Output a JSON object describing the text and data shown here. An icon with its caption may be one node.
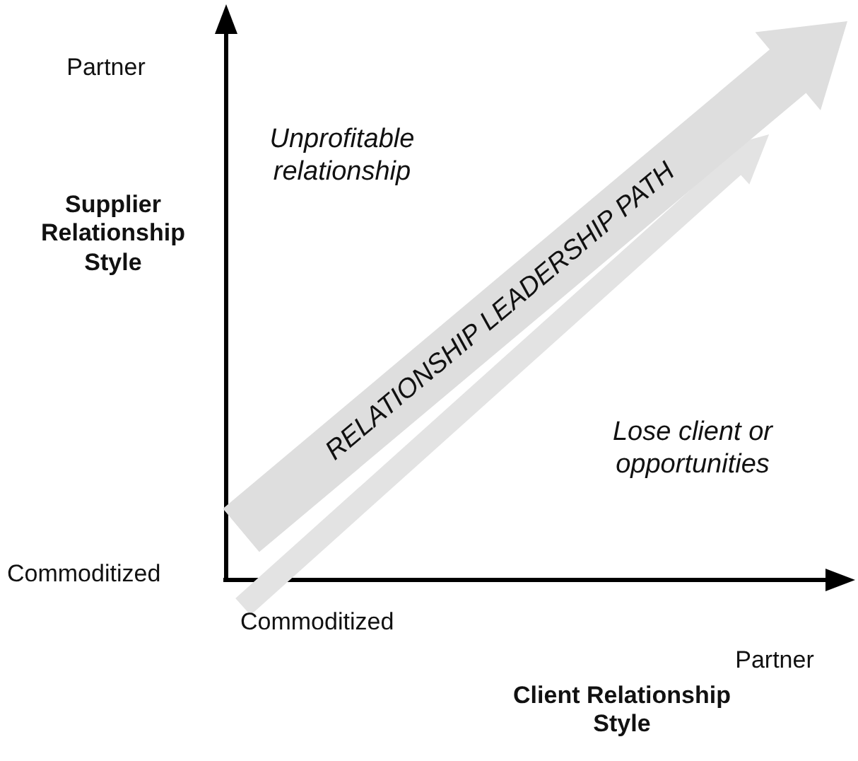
{
  "diagram": {
    "nodes": [
      {
        "text": [
          "RELATIONSHIP LEADERSHIP PATH"
        ]
      }
    ],
    "labels": [
      "Partner",
      "Supplier Relationship Style",
      "Unprofitable relationship",
      "Lose client or opportunities",
      "Commoditized",
      "Commoditized",
      "Partner",
      "Client Relationship Style"
    ]
  }
}
